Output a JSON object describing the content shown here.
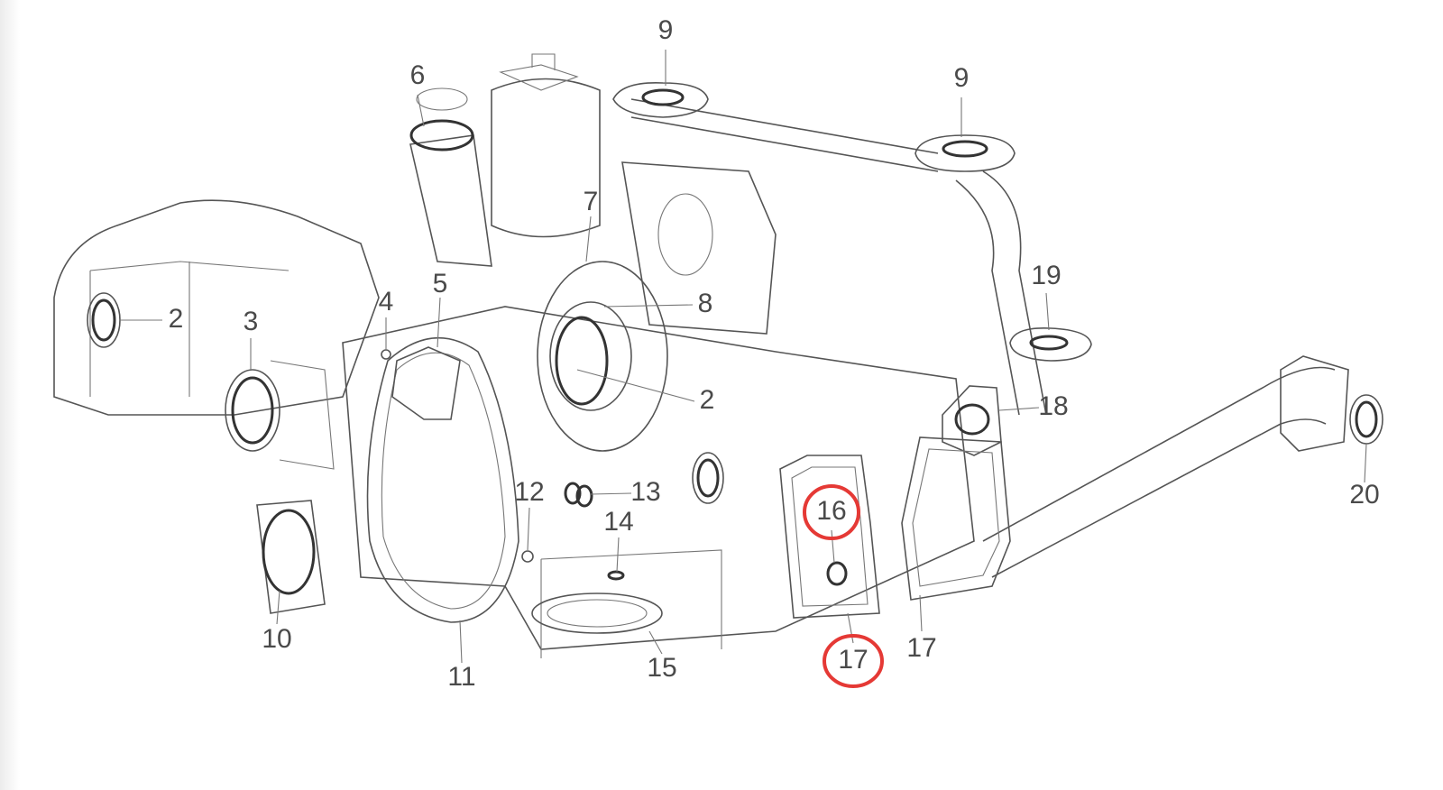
{
  "diagram": {
    "type": "exploded parts diagram",
    "callouts": [
      {
        "id": "9a",
        "text": "9"
      },
      {
        "id": "9b",
        "text": "9"
      },
      {
        "id": "6",
        "text": "6"
      },
      {
        "id": "7",
        "text": "7"
      },
      {
        "id": "5",
        "text": "5"
      },
      {
        "id": "4",
        "text": "4"
      },
      {
        "id": "8",
        "text": "8"
      },
      {
        "id": "2a",
        "text": "2"
      },
      {
        "id": "3",
        "text": "3"
      },
      {
        "id": "19",
        "text": "19"
      },
      {
        "id": "2b",
        "text": "2"
      },
      {
        "id": "18",
        "text": "18"
      },
      {
        "id": "13",
        "text": "13"
      },
      {
        "id": "12",
        "text": "12"
      },
      {
        "id": "14",
        "text": "14"
      },
      {
        "id": "16",
        "text": "16",
        "highlighted": true
      },
      {
        "id": "20",
        "text": "20"
      },
      {
        "id": "10",
        "text": "10"
      },
      {
        "id": "17a",
        "text": "17",
        "highlighted": true
      },
      {
        "id": "17b",
        "text": "17"
      },
      {
        "id": "11",
        "text": "11"
      },
      {
        "id": "15",
        "text": "15"
      }
    ],
    "highlight_color": "#e53935"
  }
}
